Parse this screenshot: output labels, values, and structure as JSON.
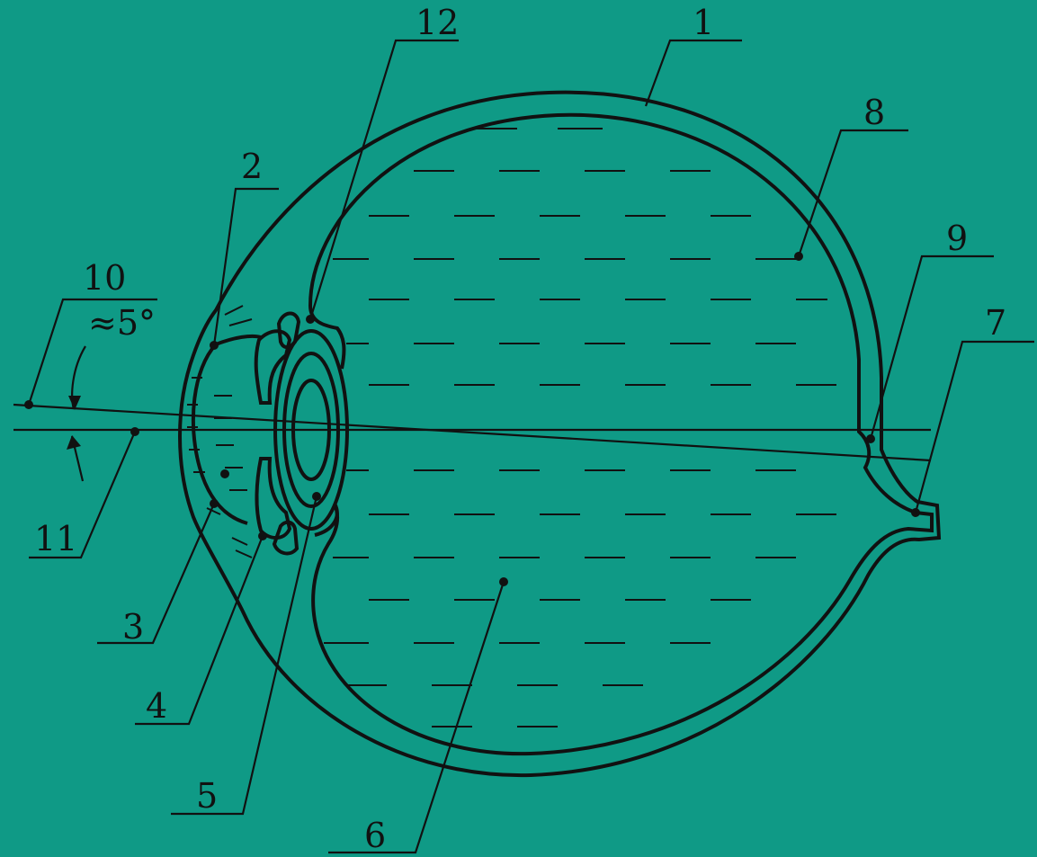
{
  "diagram": {
    "labels": {
      "l1": "1",
      "l2": "2",
      "l3": "3",
      "l4": "4",
      "l5": "5",
      "l6": "6",
      "l7": "7",
      "l8": "8",
      "l9": "9",
      "l10": "10",
      "l11": "11",
      "l12": "12",
      "angle": "≈5°"
    },
    "colors": {
      "background": "#0f9a86",
      "ink": "#111111"
    }
  }
}
